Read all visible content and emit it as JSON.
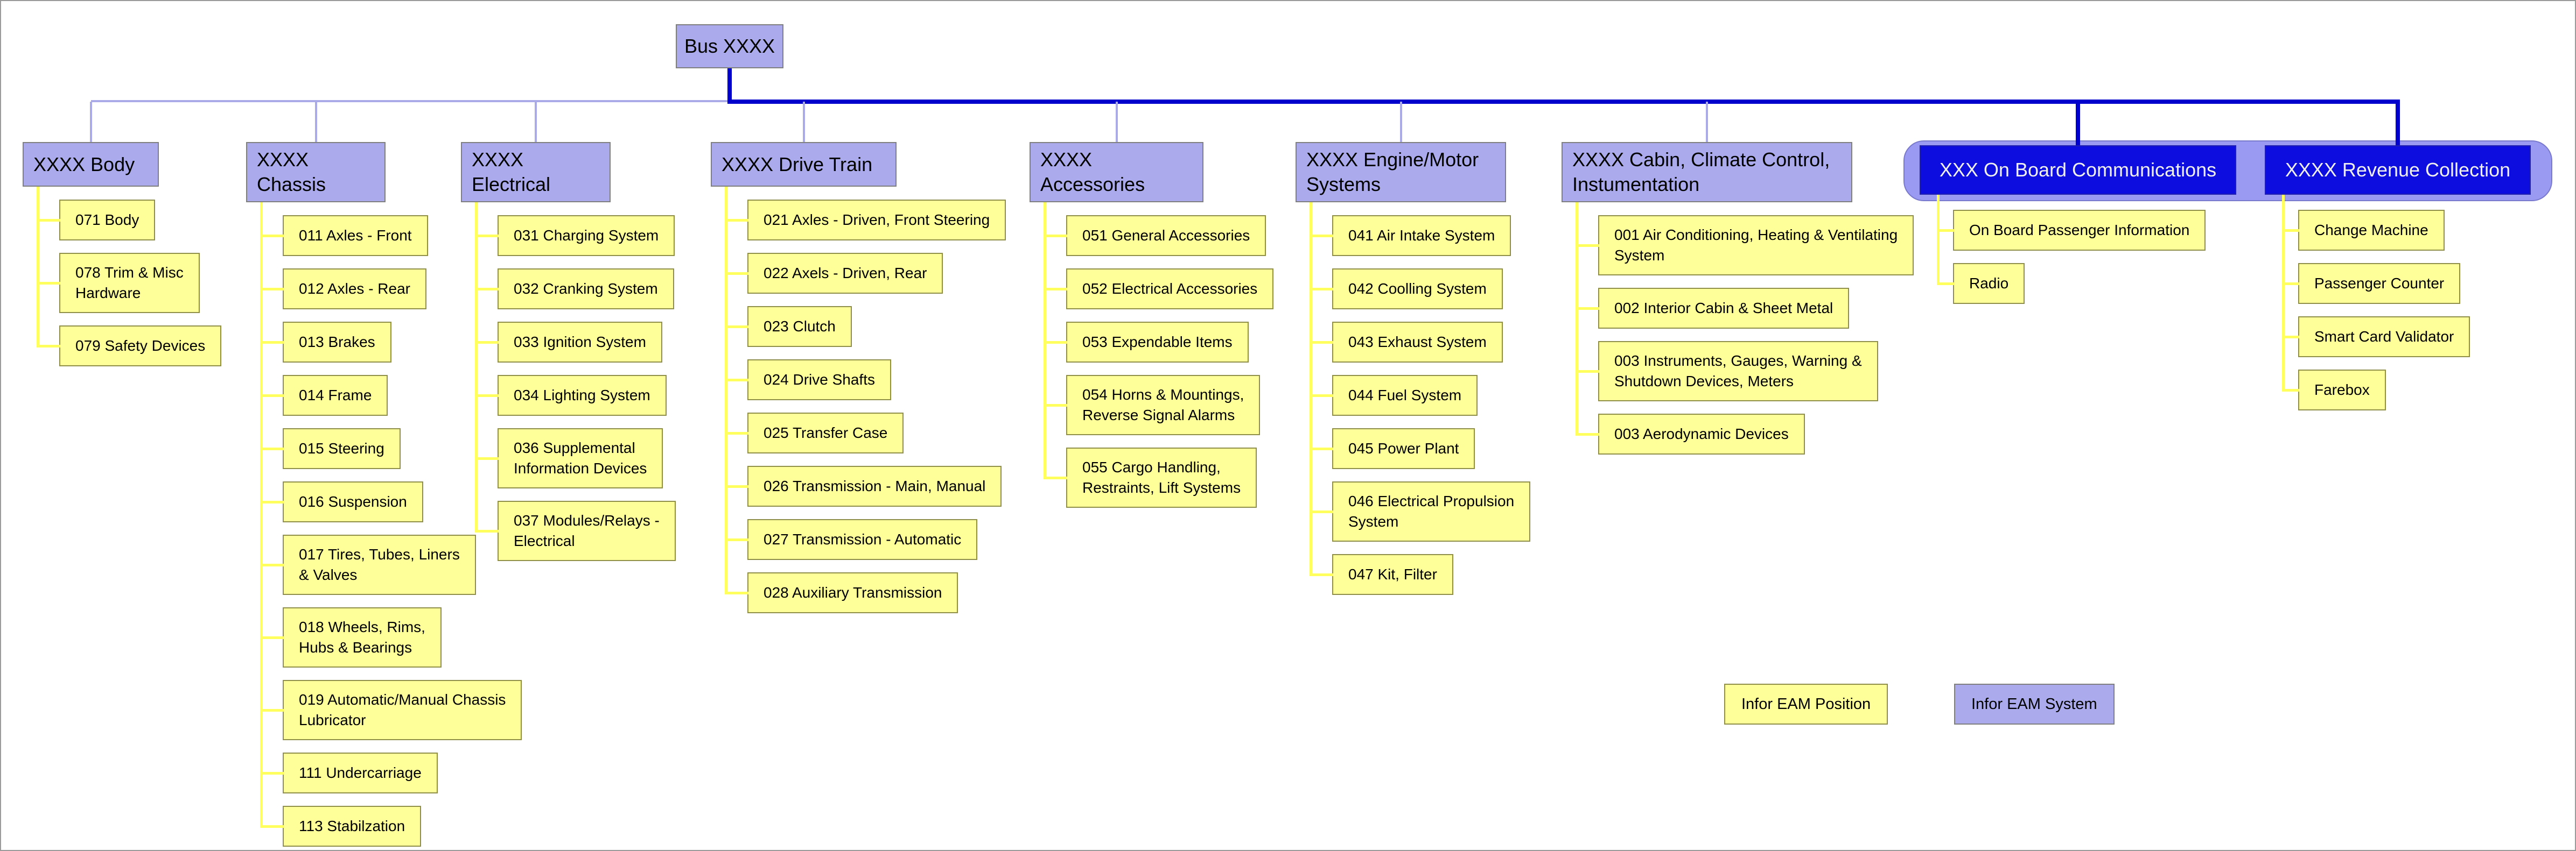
{
  "root": {
    "label": "Bus XXXX"
  },
  "columns": [
    {
      "header": "XXXX Body",
      "style": "system",
      "children": [
        "071 Body",
        "078 Trim & Misc\nHardware",
        "079 Safety Devices"
      ]
    },
    {
      "header": "XXXX Chassis",
      "style": "system",
      "children": [
        "011 Axles - Front",
        "012 Axles - Rear",
        "013 Brakes",
        "014 Frame",
        "015 Steering",
        "016 Suspension",
        "017 Tires, Tubes, Liners\n& Valves",
        "018 Wheels, Rims,\nHubs & Bearings",
        "019 Automatic/Manual Chassis\nLubricator",
        "111 Undercarriage",
        "113 Stabilzation"
      ]
    },
    {
      "header": "XXXX Electrical",
      "style": "system",
      "children": [
        "031 Charging System",
        "032 Cranking System",
        "033 Ignition System",
        "034 Lighting System",
        "036 Supplemental\nInformation Devices",
        "037 Modules/Relays -\nElectrical"
      ]
    },
    {
      "header": "XXXX Drive Train",
      "style": "system",
      "children": [
        "021 Axles - Driven, Front Steering",
        "022 Axels - Driven, Rear",
        "023 Clutch",
        "024 Drive Shafts",
        "025 Transfer Case",
        "026 Transmission - Main, Manual",
        "027 Transmission - Automatic",
        "028 Auxiliary Transmission"
      ]
    },
    {
      "header": "XXXX Accessories",
      "style": "system",
      "children": [
        "051 General Accessories",
        "052 Electrical Accessories",
        "053 Expendable Items",
        "054 Horns & Mountings,\nReverse Signal Alarms",
        "055 Cargo Handling,\nRestraints, Lift Systems"
      ]
    },
    {
      "header": "XXXX Engine/Motor\nSystems",
      "style": "system",
      "children": [
        "041 Air Intake System",
        "042 Coolling System",
        "043 Exhaust System",
        "044 Fuel System",
        "045 Power Plant",
        "046 Electrical Propulsion\nSystem",
        "047 Kit, Filter"
      ]
    },
    {
      "header": "XXXX Cabin, Climate Control,\nInstumentation",
      "style": "system",
      "children": [
        "001 Air Conditioning, Heating & Ventilating\nSystem",
        "002 Interior Cabin & Sheet Metal",
        "003 Instruments, Gauges, Warning &\nShutdown Devices, Meters",
        "003 Aerodynamic Devices"
      ]
    },
    {
      "header": "XXX On Board Communications",
      "style": "dark",
      "children": [
        "On Board Passenger Information",
        "Radio"
      ]
    },
    {
      "header": "XXXX Revenue Collection",
      "style": "dark",
      "children": [
        "Change Machine",
        "Passenger Counter",
        "Smart Card Validator",
        "Farebox"
      ]
    }
  ],
  "legend": [
    {
      "label": "Infor EAM Position",
      "style": "position"
    },
    {
      "label": "Infor EAM System",
      "style": "system"
    }
  ],
  "colors": {
    "system_fill": "#aaaaec",
    "system_border": "#7f7f7f",
    "position_fill": "#ffff99",
    "position_border": "#8f8f4a",
    "dark_fill": "#0d0ddf",
    "dark_border": "#2020b0",
    "dark_text": "#efefef",
    "group_fill": "#9a9af2",
    "group_border": "#7878cc",
    "connector_yellow": "#ffff5e",
    "connector_light": "#aaaae8",
    "connector_dark": "#0000cc",
    "canvas_border": "#9a9a9a"
  }
}
